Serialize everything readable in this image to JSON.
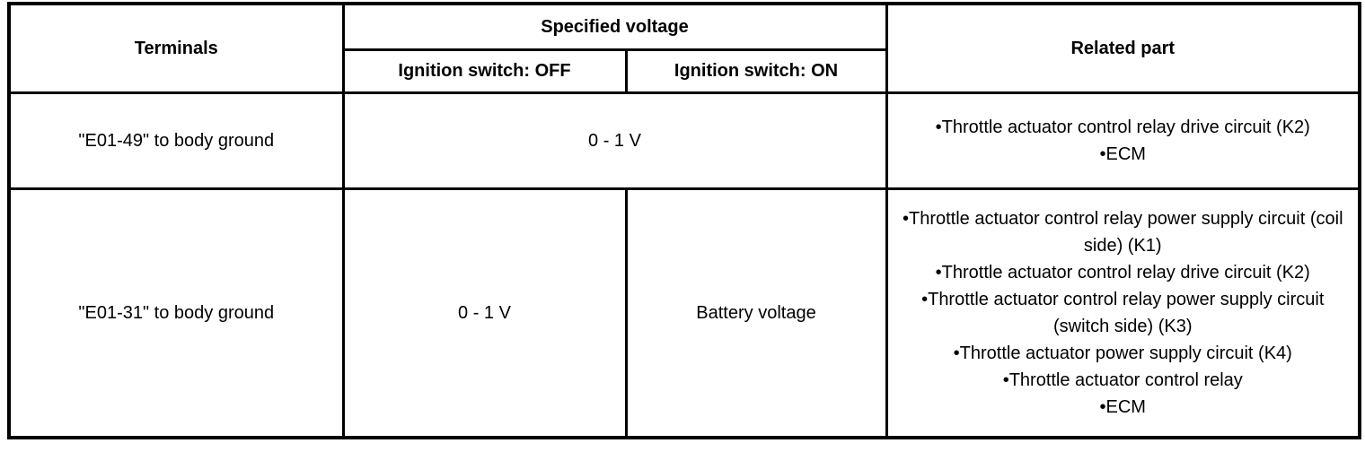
{
  "page": {
    "background_color": "#ffffff",
    "text_color": "#000000",
    "border_color": "#000000"
  },
  "table": {
    "header": {
      "terminals": "Terminals",
      "specified_voltage": "Specified voltage",
      "ignition_off": "Ignition switch: OFF",
      "ignition_on": "Ignition switch: ON",
      "related_part": "Related part"
    },
    "rows": [
      {
        "terminals": "\"E01-49\" to body ground",
        "voltage": "0 - 1 V",
        "voltage_spans_both_columns": true,
        "related_parts": [
          "•Throttle actuator control relay drive circuit (K2)",
          "•ECM"
        ]
      },
      {
        "terminals": "\"E01-31\" to body ground",
        "voltage_off": "0 - 1 V",
        "voltage_on": "Battery voltage",
        "related_parts": [
          "•Throttle actuator control relay power supply circuit (coil side) (K1)",
          "•Throttle actuator control relay drive circuit (K2)",
          "•Throttle actuator control relay power supply circuit (switch side) (K3)",
          "•Throttle actuator power supply circuit (K4)",
          "•Throttle actuator control relay",
          "•ECM"
        ]
      }
    ]
  }
}
